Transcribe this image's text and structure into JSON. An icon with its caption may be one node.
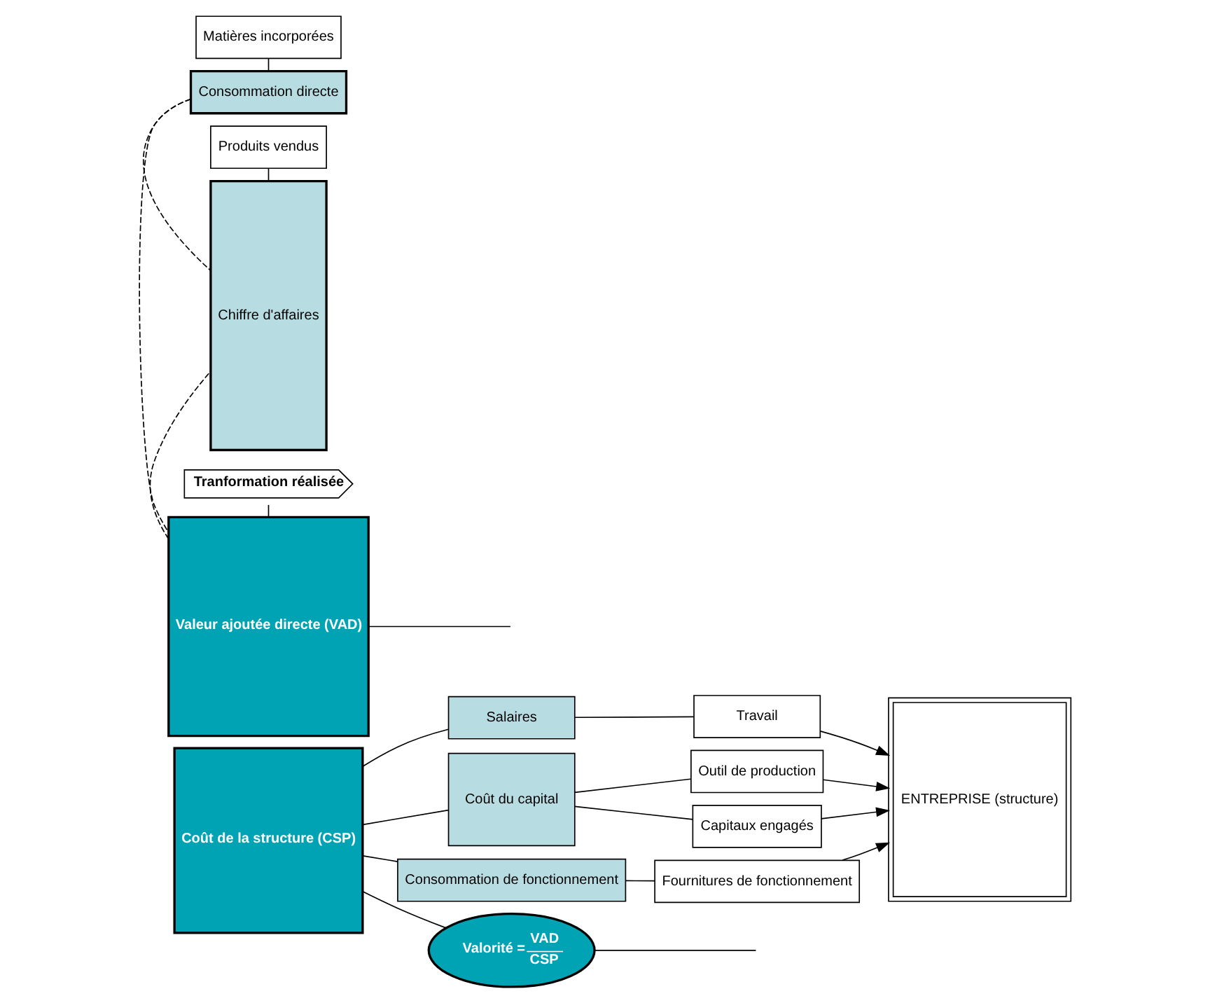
{
  "diagram": {
    "nodes": [
      {
        "text": [
          "Coût de la structure (CSP)"
        ]
      },
      {
        "text": [
          "Salaires"
        ]
      },
      {
        "text": [
          "Coût du capital"
        ]
      },
      {
        "text": [
          "Consommation de fonctionnement"
        ]
      },
      {
        "text": [
          "Travail"
        ]
      },
      {
        "text": [
          "Outil de production"
        ]
      },
      {
        "text": [
          "Capitaux engagés"
        ]
      },
      {
        "text": [
          "Fournitures de fonctionnement"
        ]
      },
      {
        "text": [
          "ENTREPRISE (structure)"
        ]
      },
      {
        "text": [
          "Matières incorporées"
        ]
      },
      {
        "text": [
          "Tranformation réalisée"
        ]
      },
      {
        "text": [
          "Produits vendus"
        ]
      },
      {
        "text": [
          "Valorité =",
          "VAD",
          "CSP"
        ]
      },
      {
        "text": [
          "Valeur ajoutée directe (VAD)"
        ]
      },
      {
        "text": [
          "Chiffre d'affaires"
        ]
      },
      {
        "text": [
          "Consommation directe"
        ]
      }
    ],
    "edges": [
      {
        "from": 0,
        "to": 1,
        "arrow": "none"
      },
      {
        "from": 0,
        "to": 2,
        "arrow": "none"
      },
      {
        "from": 0,
        "to": 3,
        "arrow": "none"
      },
      {
        "from": 1,
        "to": 4,
        "arrow": "none"
      },
      {
        "from": 2,
        "to": 5,
        "arrow": "none"
      },
      {
        "from": 2,
        "to": 6,
        "arrow": "none"
      },
      {
        "from": 3,
        "to": 7,
        "arrow": "none"
      },
      {
        "from": 4,
        "to": 8,
        "arrow": "to"
      },
      {
        "from": 5,
        "to": 8,
        "arrow": "to"
      },
      {
        "from": 6,
        "to": 8,
        "arrow": "to"
      },
      {
        "from": 7,
        "to": 8,
        "arrow": "to"
      },
      {
        "from": 0,
        "to": 12,
        "arrow": "none"
      },
      {
        "from": 12,
        "to": null,
        "arrow": "none"
      },
      {
        "from": 9,
        "to": 15,
        "arrow": "none"
      },
      {
        "from": 10,
        "to": 13,
        "arrow": "none"
      },
      {
        "from": 13,
        "to": null,
        "arrow": "none"
      },
      {
        "from": 11,
        "to": 14,
        "arrow": "none"
      },
      {
        "from": 13,
        "to": 14,
        "arrow": "none",
        "style": "dashed"
      },
      {
        "from": 15,
        "to": 13,
        "arrow": "none",
        "style": "dashed"
      },
      {
        "from": 15,
        "to": 14,
        "arrow": "none",
        "style": "dashed"
      }
    ]
  }
}
